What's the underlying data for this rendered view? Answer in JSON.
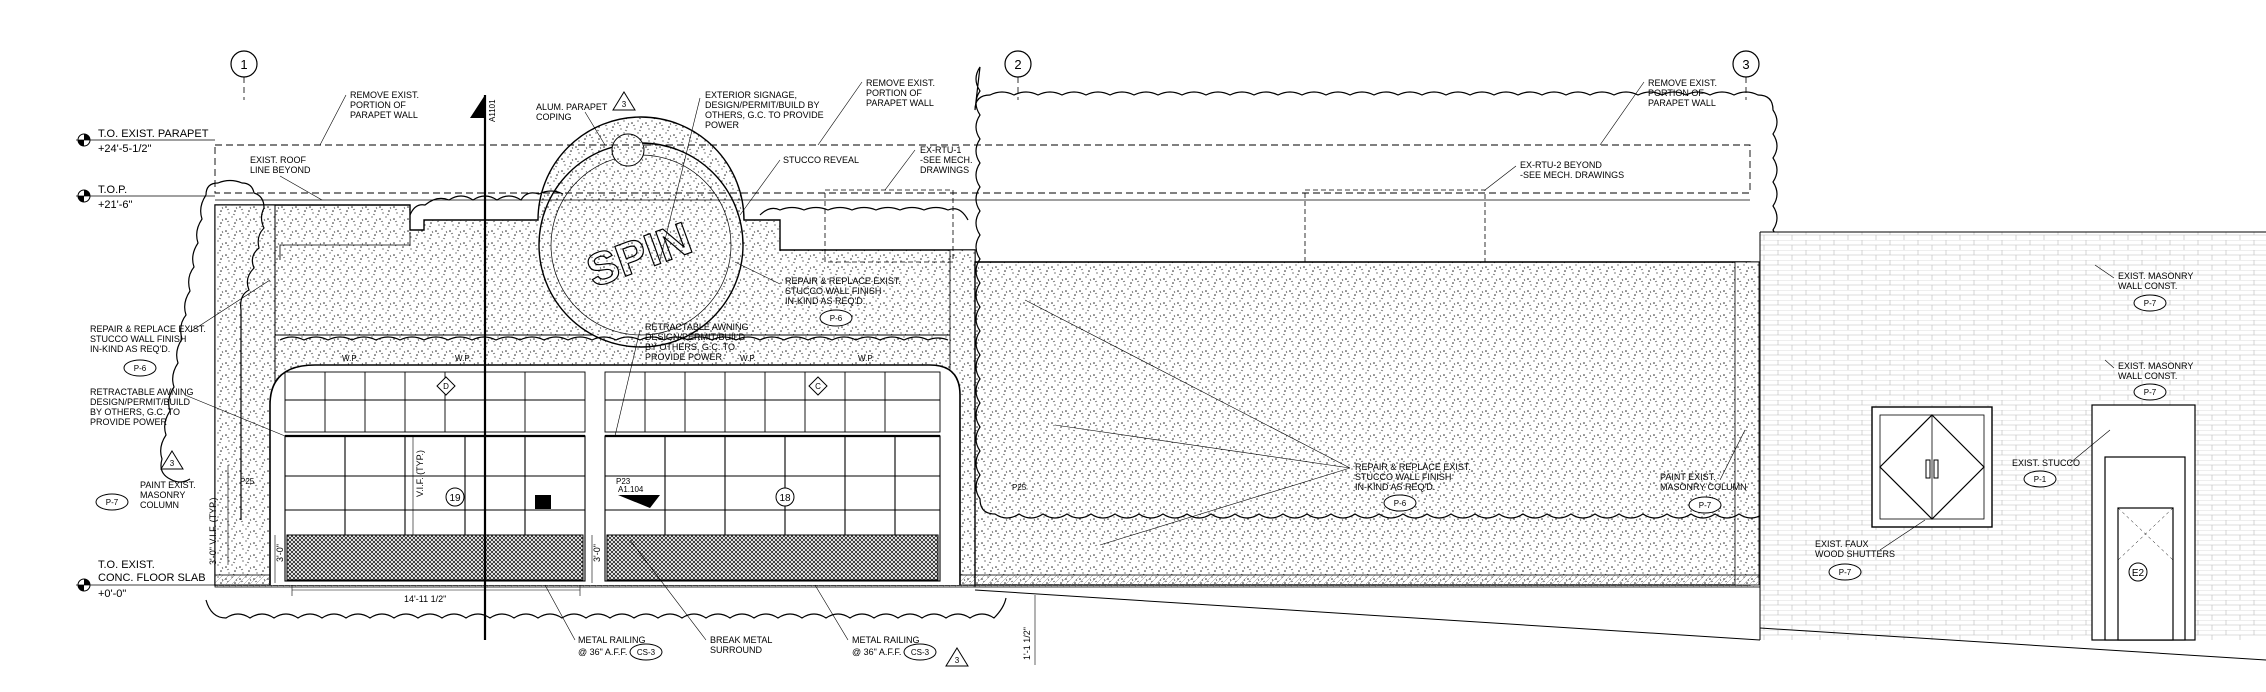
{
  "grid_lines": {
    "g1": "1",
    "g2": "2",
    "g3": "3"
  },
  "levels": {
    "parapet": {
      "name": "T.O. EXIST. PARAPET",
      "elev": "+24'-5-1/2\""
    },
    "top": {
      "name": "T.O.P.",
      "elev": "+21'-6\""
    },
    "floor": {
      "name1": "T.O. EXIST.",
      "name2": "CONC. FLOOR SLAB",
      "elev": "+0'-0\""
    }
  },
  "notes": {
    "remove_parapet_left": [
      "REMOVE EXIST.",
      "PORTION OF",
      "PARAPET WALL"
    ],
    "alum_coping": [
      "ALUM. PARAPET",
      "COPING"
    ],
    "signage": [
      "EXTERIOR SIGNAGE,",
      "DESIGN/PERMIT/BUILD BY",
      "OTHERS, G.C. TO PROVIDE",
      "POWER"
    ],
    "remove_parapet_mid": [
      "REMOVE EXIST.",
      "PORTION OF",
      "PARAPET WALL"
    ],
    "remove_parapet_right": [
      "REMOVE EXIST.",
      "PORTION OF",
      "PARAPET WALL"
    ],
    "roof_line": [
      "EXIST. ROOF",
      "LINE BEYOND"
    ],
    "stucco_reveal": "STUCCO REVEAL",
    "rtu1": [
      "EX-RTU-1",
      "-SEE MECH.",
      "DRAWINGS"
    ],
    "rtu2": [
      "EX-RTU-2 BEYOND",
      "-SEE MECH. DRAWINGS"
    ],
    "repair_left": [
      "REPAIR & REPLACE EXIST.",
      "STUCCO WALL FINISH",
      "IN-KIND AS REQ'D."
    ],
    "awning_left": [
      "RETRACTABLE AWNING",
      "DESIGN/PERMIT/BUILD",
      "BY OTHERS, G.C. TO",
      "PROVIDE POWER"
    ],
    "paint_column_left": [
      "PAINT EXIST.",
      "MASONRY",
      "COLUMN"
    ],
    "awning_center": [
      "RETRACTABLE AWNING",
      "DESIGN/PERMIT/BUILD",
      "BY OTHERS, G.C. TO",
      "PROVIDE POWER"
    ],
    "repair_upper": [
      "REPAIR & REPLACE EXIST.",
      "STUCCO WALL FINISH",
      "IN-KIND AS REQ'D."
    ],
    "repair_mid": [
      "REPAIR & REPLACE EXIST.",
      "STUCCO WALL FINISH",
      "IN-KIND AS REQ'D."
    ],
    "paint_column_right": [
      "PAINT EXIST.",
      "MASONRY COLUMN"
    ],
    "masonry1": [
      "EXIST. MASONRY",
      "WALL CONST."
    ],
    "masonry2": [
      "EXIST. MASONRY",
      "WALL CONST."
    ],
    "exist_stucco": "EXIST. STUCCO",
    "shutters": [
      "EXIST. FAUX",
      "WOOD SHUTTERS"
    ],
    "railing_left": [
      "METAL RAILING",
      "@ 36\" A.F.F."
    ],
    "railing_right": [
      "METAL RAILING",
      "@ 36\" A.F.F."
    ],
    "break_metal": [
      "BREAK METAL",
      "SURROUND"
    ]
  },
  "tags": {
    "p6_left": "P-6",
    "p7_left": "P-7",
    "p6_upper": "P-6",
    "p6_mid": "P-6",
    "p7_col": "P-7",
    "p7_m1": "P-7",
    "p7_m2": "P-7",
    "p1": "P-1",
    "p7_shut": "P-7",
    "cs3_a": "CS-3",
    "cs3_b": "CS-3"
  },
  "markers": {
    "sign_text": "SPIN",
    "sheet_ref": "A1101",
    "detail_ref": "A1.104",
    "rev_top": "3",
    "rev_left": "3",
    "rev_bottom": "3",
    "win_a": "19",
    "win_b": "18",
    "win_d": "D",
    "win_c": "C",
    "door_e2": "E2",
    "wp_small": "W.P.",
    "wp_p25_left": "P25",
    "wp_p25_right": "P25",
    "wp_p23": "P23"
  },
  "dimensions": {
    "storefront_width": "14'-11 1/2\"",
    "sill_left": "3'-0\"",
    "sill_mid": "3'-0\"",
    "vif_typ": "V.I.F. (TYP.)",
    "vif_left": "3'-0\" V.I.F. (TYP.)",
    "ramp": "1'-1 1/2\""
  }
}
